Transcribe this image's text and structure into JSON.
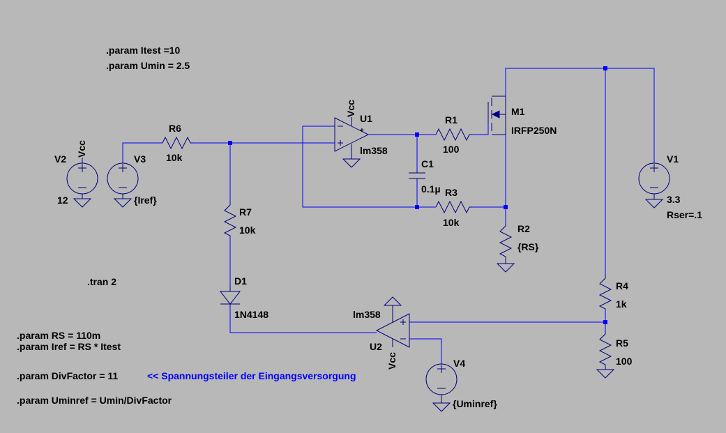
{
  "directives": {
    "itest": ".param Itest =10",
    "umin": ".param Umin = 2.5",
    "tran": ".tran 2",
    "rs": ".param RS = 110m",
    "iref": ".param Iref = RS * Itest",
    "divfactor": ".param DivFactor = 11",
    "divfactor_comment": "<< Spannungsteiler der Eingangsversorgung",
    "uminref": ".param Uminref = Umin/DivFactor"
  },
  "components": {
    "v2": {
      "name": "V2",
      "value": "12",
      "net": "Vcc"
    },
    "v3": {
      "name": "V3",
      "value": "{Iref}"
    },
    "r6": {
      "name": "R6",
      "value": "10k"
    },
    "r7": {
      "name": "R7",
      "value": "10k"
    },
    "d1": {
      "name": "D1",
      "value": "1N4148"
    },
    "u1": {
      "name": "U1",
      "value": "lm358",
      "net": "Vcc"
    },
    "r1": {
      "name": "R1",
      "value": "100"
    },
    "c1": {
      "name": "C1",
      "value": "0.1µ"
    },
    "r3": {
      "name": "R3",
      "value": "10k"
    },
    "m1": {
      "name": "M1",
      "value": "IRFP250N"
    },
    "r2": {
      "name": "R2",
      "value": "{RS}"
    },
    "v1": {
      "name": "V1",
      "value": "3.3",
      "series": "Rser=.1"
    },
    "r4": {
      "name": "R4",
      "value": "1k"
    },
    "r5": {
      "name": "R5",
      "value": "100"
    },
    "u2": {
      "name": "U2",
      "value": "lm358",
      "net": "Vcc"
    },
    "v4": {
      "name": "V4",
      "value": "{Uminref}"
    }
  },
  "colors": {
    "background": "#b8b8b8",
    "wire": "#0000ff",
    "component": "#000080",
    "text": "#000000",
    "comment": "#0000ff"
  }
}
